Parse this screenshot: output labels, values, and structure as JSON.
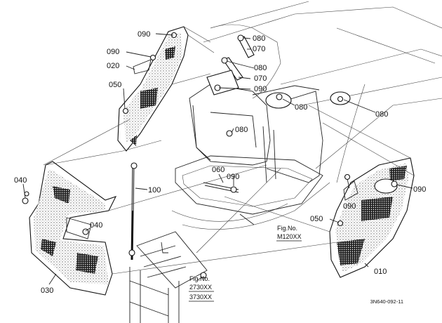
{
  "diagram": {
    "part_labels": {
      "p010": "010",
      "p020": "020",
      "p030": "030",
      "p040a": "040",
      "p040b": "040",
      "p050a": "050",
      "p050b": "050",
      "p060": "060",
      "p070a": "070",
      "p070b": "070",
      "p080a": "080",
      "p080b": "080",
      "p080c": "080",
      "p080d": "080",
      "p080e": "080",
      "p090a": "090",
      "p090b": "090",
      "p090c": "090",
      "p090d": "090",
      "p090e": "090",
      "p090f": "090",
      "p100": "100"
    },
    "fig_refs": {
      "m120_title": "Fig.No.",
      "m120_code": "M120XX",
      "b2730_title": "Fig.No.",
      "b2730_code": "2730XX",
      "b3730_code": "3730XX"
    },
    "drawing_code": "3N640-092-11"
  }
}
